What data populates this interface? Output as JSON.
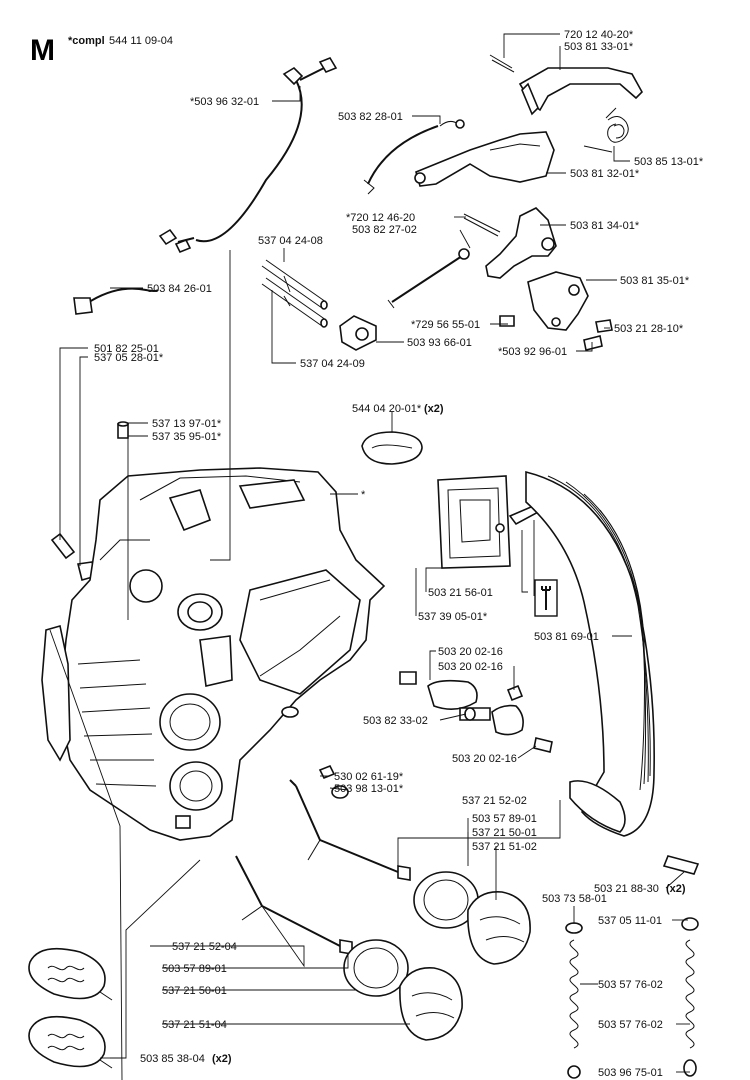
{
  "header": {
    "section_letter": "M",
    "compl_prefix": "*compl",
    "compl_number": "544 11 09-04"
  },
  "labels": {
    "p720124020": "720 12 40-20*",
    "p503813301": "503 81 33-01*",
    "p503963201": "*503 96 32-01",
    "p503822801": "503 82 28-01",
    "p503851301": "503 85 13-01*",
    "p503813201": "503 81 32-01*",
    "p720124620": "*720 12 46-20",
    "p503822702": "503 82 27-02",
    "p503813401": "503 81 34-01*",
    "p537042408": "537 04 24-08",
    "p503813501": "503 81 35-01*",
    "p503842601": "503 84 26-01",
    "p729565501": "*729 56 55-01",
    "p503212810": "503 21 28-10*",
    "p503936601": "503 93 66-01",
    "p501822501": "501 82 25-01",
    "p537052801": "537 05 28-01*",
    "p503929601": "*503 92 96-01",
    "p537042409": "537 04 24-09",
    "p544042001": "544 04 20-01*",
    "p544042001_qty": "(x2)",
    "p537139701": "537 13 97-01*",
    "p537359501": "537 35 95-01*",
    "p_star": "*",
    "p503215601": "503 21 56-01",
    "p537390501": "537 39 05-01*",
    "p503816901": "503 81 69-01",
    "p503200216a": "503 20 02-16",
    "p503200216b": "503 20 02-16",
    "p503823302": "503 82 33-02",
    "p503200216c": "503 20 02-16",
    "p530026119": "530 02 61-19*",
    "p503981301": "503 98 13-01*",
    "p537215202a": "537 21 52-02",
    "p503578901a": "503 57 89-01",
    "p537215001a": "537 21 50-01",
    "p537215102": "537 21 51-02",
    "p503218830": "503 21 88-30",
    "p503218830_qty": "(x2)",
    "p503735801": "503 73 58-01",
    "p537051101": "537 05 11-01",
    "p537215204": "537 21 52-04",
    "p503577602a": "503 57 76-02",
    "p503578901b": "503 57 89-01",
    "p537215001b": "537 21 50-01",
    "p503577602b": "503 57 76-02",
    "p537215104": "537 21 51-04",
    "p503853804": "503 85 38-04",
    "p503853804_qty": "(x2)",
    "p503967501": "503 96 75-01"
  },
  "icons": {
    "wrench": "wrench-icon"
  }
}
